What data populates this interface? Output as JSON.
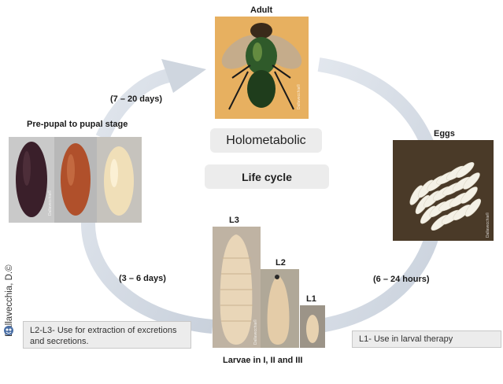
{
  "stages": {
    "adult": "Adult",
    "eggs": "Eggs",
    "prepupal": "Pre-pupal to pupal stage",
    "larvae": "Larvae in I, II and III",
    "l1": "L1",
    "l2": "L2",
    "l3": "L3"
  },
  "durations": {
    "pupa_to_adult": "(7 – 20 days)",
    "larva_to_pupa": "(3 – 6 days)",
    "egg_to_larva": "(6 – 24 hours)"
  },
  "center": {
    "holometabolic": "Holometabolic",
    "life_cycle": "Life cycle"
  },
  "notes": {
    "l2_l3": "L2-L3- Use for extraction of excretions and secretions.",
    "l1": "L1- Use in larval therapy"
  },
  "credit": "Dallavecchia, D.©",
  "watermark": "Dallavecchia©",
  "colors": {
    "arrow": "#d4dae2",
    "pill": "#ececec",
    "fly_body": "#2f5a2a",
    "pupa_dark": "#3a1f2a",
    "pupa_red": "#b0502b",
    "pupa_pale": "#f0dfb8",
    "egg": "#f4f1e6",
    "larva": "#e9d6b8"
  },
  "icons": [
    "cycle-arrow",
    "credit-logo-icon"
  ]
}
